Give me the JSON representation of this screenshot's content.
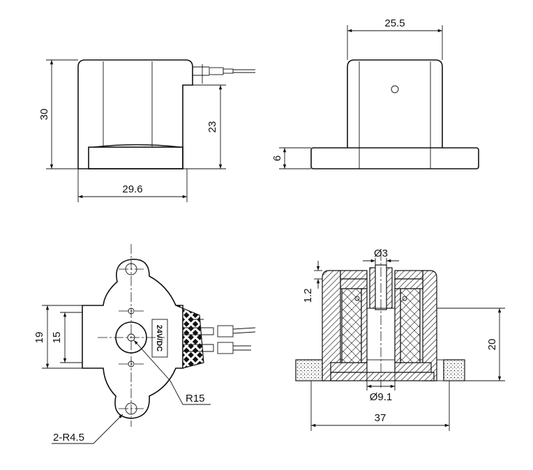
{
  "diagram": {
    "front_view": {
      "height_label": "30",
      "step_label": "23",
      "width_label": "29.6"
    },
    "side_view": {
      "width_label": "25.5",
      "base_label": "6"
    },
    "top_view": {
      "outer_label": "19",
      "inner_label": "15",
      "radius_label": "R15",
      "holes_label": "2-R4.5",
      "marking_text": "24V/DC"
    },
    "section_view": {
      "pin_diameter_label": "Ø3",
      "wall_label": "1.2",
      "height_label": "20",
      "bore_label": "Ø9.1",
      "base_width_label": "37"
    }
  }
}
